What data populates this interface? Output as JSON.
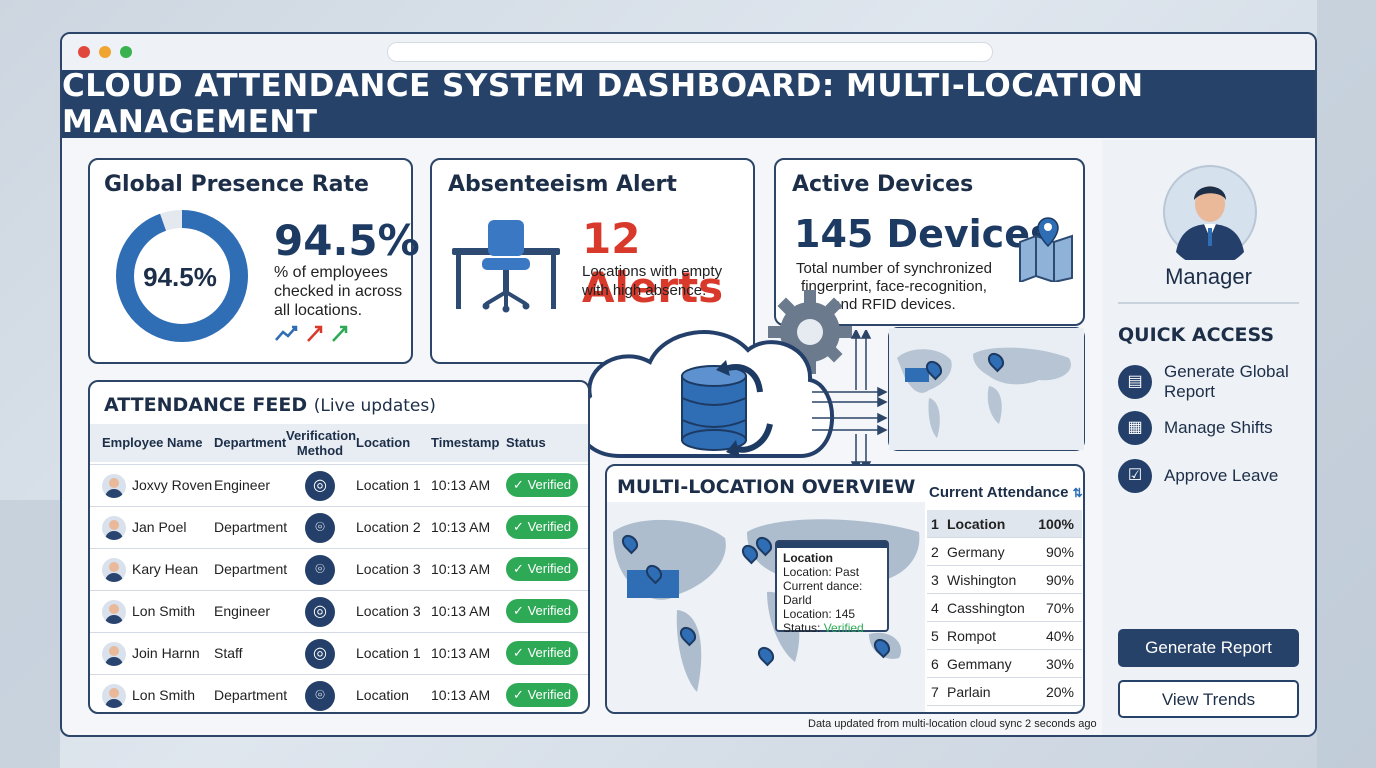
{
  "header": {
    "title": "CLOUD ATTENDANCE SYSTEM DASHBOARD: MULTI-LOCATION MANAGEMENT"
  },
  "presence": {
    "title": "Global Presence Rate",
    "donut_label": "94.5%",
    "value": "94.5%",
    "rate_fraction": 0.945,
    "caption": "% of employees checked in across all locations."
  },
  "absenteeism": {
    "title": "Absenteeism Alert",
    "value": "12 Alerts",
    "caption": "Locations with empty with high absence."
  },
  "devices": {
    "title": "Active Devices",
    "value": "145 Devices",
    "caption": "Total number of synchronized fingerprint, face-recognition, and RFID devices."
  },
  "feed": {
    "title": "ATTENDANCE FEED",
    "subtitle": "(Live updates)",
    "columns": [
      "Employee Name",
      "Department",
      "Verification Method",
      "Location",
      "Timestamp",
      "Status"
    ],
    "rows": [
      {
        "name": "Joxvy Roven",
        "department": "Engineer",
        "method": "fingerprint",
        "location": "Location 1",
        "time": "10:13 AM",
        "status": "Verified"
      },
      {
        "name": "Jan Poel",
        "department": "Department",
        "method": "face",
        "location": "Location 2",
        "time": "10:13 AM",
        "status": "Verified"
      },
      {
        "name": "Kary Hean",
        "department": "Department",
        "method": "face",
        "location": "Location 3",
        "time": "10:13 AM",
        "status": "Verified"
      },
      {
        "name": "Lon Smith",
        "department": "Engineer",
        "method": "fingerprint",
        "location": "Location 3",
        "time": "10:13 AM",
        "status": "Verified"
      },
      {
        "name": "Join Harnn",
        "department": "Staff",
        "method": "fingerprint",
        "location": "Location 1",
        "time": "10:13 AM",
        "status": "Verified"
      },
      {
        "name": "Lon Smith",
        "department": "Department",
        "method": "face",
        "location": "Location",
        "time": "10:13 AM",
        "status": "Verified"
      }
    ]
  },
  "overview": {
    "title": "MULTI-LOCATION OVERVIEW",
    "tooltip": {
      "title": "Location",
      "line1": "Location: Past",
      "line2": "Current dance: Darld",
      "line3": "Location: 145",
      "line4_label": "Status: ",
      "line4_value": "Verified"
    },
    "table_title": "Current Attendance",
    "rows": [
      {
        "rank": "1",
        "name": "Location",
        "pct": "100%"
      },
      {
        "rank": "2",
        "name": "Germany",
        "pct": "90%"
      },
      {
        "rank": "3",
        "name": "Wishington",
        "pct": "90%"
      },
      {
        "rank": "4",
        "name": "Casshington",
        "pct": "70%"
      },
      {
        "rank": "5",
        "name": "Rompot",
        "pct": "40%"
      },
      {
        "rank": "6",
        "name": "Gemmany",
        "pct": "30%"
      },
      {
        "rank": "7",
        "name": "Parlain",
        "pct": "20%"
      }
    ]
  },
  "sidebar": {
    "role": "Manager",
    "quick_access_title": "QUICK ACCESS",
    "items": [
      {
        "label": "Generate Global Report",
        "icon": "document-icon"
      },
      {
        "label": "Manage Shifts",
        "icon": "calendar-icon"
      },
      {
        "label": "Approve Leave",
        "icon": "checkbox-icon"
      }
    ],
    "primary_button": "Generate Report",
    "secondary_button": "View Trends"
  },
  "footer": {
    "sync_text": "Data updated from multi-location cloud sync 2 seconds ago"
  },
  "colors": {
    "navy": "#274268",
    "accent_blue": "#2f6db5",
    "alert_red": "#d9392b",
    "verified_green": "#2eaa57"
  }
}
